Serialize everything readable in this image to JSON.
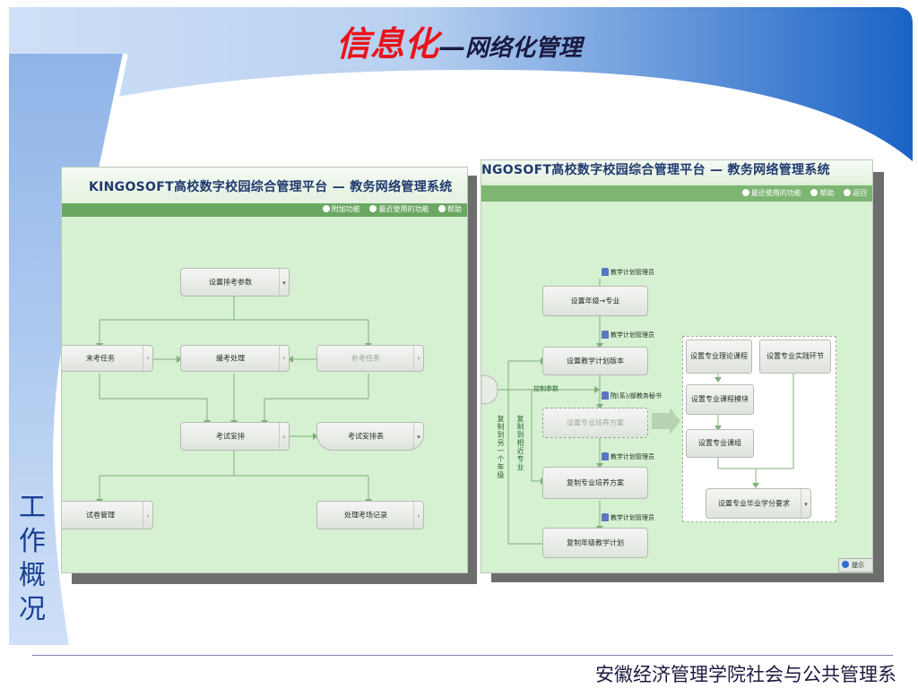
{
  "slide": {
    "title_main": "信息化",
    "title_dash": "—",
    "title_sub": "网络化管理",
    "side_title": [
      "工",
      "作",
      "概",
      "况"
    ],
    "footer": "安徽经济管理学院社会与公共管理系"
  },
  "left_screen": {
    "banner": "KINGOSOFT高校数字校园综合管理平台 — 教务网络管理系统",
    "toolbar": [
      "附加功能",
      "最近使用的功能",
      "帮助"
    ],
    "nodes": {
      "setup_params": "设置排考参数",
      "final_tasks": "末考任务",
      "deferred": "缓考处理",
      "makeup": "补考任务",
      "arrange": "考试安排",
      "schedule": "考试安排表",
      "papers": "试卷管理",
      "records": "处理考场记录"
    }
  },
  "right_screen": {
    "banner": "NGOSOFT高校数字校园综合管理平台 — 教务网络管理系统",
    "toolbar": [
      "最近使用的功能",
      "帮助",
      "返回"
    ],
    "roles": {
      "teaching_admin": "教学计划管理员",
      "dept_secretary": "院(系)/部教务秘书"
    },
    "nodes": {
      "grade_major": "设置年级→专业",
      "plan_version": "设置教学计划版本",
      "training_plan": "设置专业培养方案",
      "copy_training": "复制专业培养方案",
      "copy_grade_plan": "复制年级教学计划"
    },
    "modules": {
      "theory": "设置专业理论课程",
      "practice": "设置专业实践环节",
      "course_module": "设置专业课程模块",
      "course_group": "设置专业课组",
      "credit_req": "设置专业毕业学分要求"
    },
    "labels": {
      "control_params": "控制参数",
      "copy_to_grade": "复制到另一个年级",
      "copy_to_major": "复制到相近专业"
    },
    "tip": "提示"
  },
  "colors": {
    "title_red": "#e8141a",
    "navy": "#1a3f92",
    "panel_green": "#d6f0d2",
    "toolbar_green": "#6aa862"
  }
}
